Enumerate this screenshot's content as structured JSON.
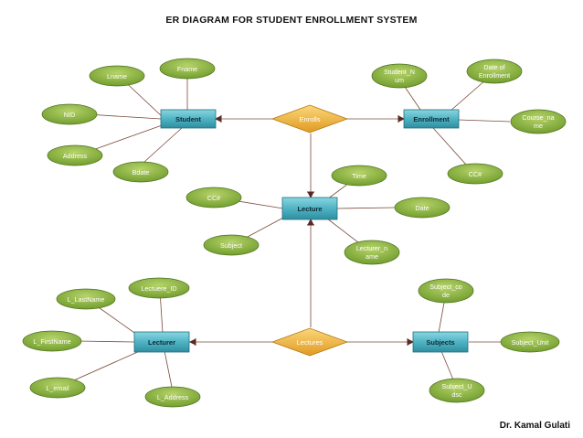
{
  "title": "ER DIAGRAM FOR STUDENT ENROLLMENT SYSTEM",
  "author": "Dr. Kamal Gulati",
  "colors": {
    "entity_fill": "#4fb3c4",
    "attribute_fill": "#8ab63f",
    "relationship_fill": "#f0b43c",
    "line": "#7a4a3a"
  },
  "entities": {
    "student": "Student",
    "enrollment": "Enrollment",
    "lecture": "Lecture",
    "lecturer": "Lecturer",
    "subjects": "Subjects"
  },
  "relationships": {
    "enrolls": "Enrolls",
    "lectures": "Lectures"
  },
  "attributes": {
    "student": {
      "lname": "Lname",
      "fname": "Fname",
      "nid": "NID",
      "address": "Address",
      "bdate": "Bdate"
    },
    "enrollment": {
      "student_num": [
        "Student_N",
        "um"
      ],
      "date_of_enrollment": [
        "Date of",
        "Enrollment"
      ],
      "course_name": [
        "Course_na",
        "me"
      ],
      "cc": "CC#"
    },
    "lecture": {
      "time": "Time",
      "cc": "CC#",
      "date": "Date",
      "subject": "Subject",
      "lecturer_name": [
        "Lecturer_n",
        "ame"
      ]
    },
    "lecturer": {
      "lecturer_id": "Lectuere_ID",
      "l_lastname": "L_LastName",
      "l_firstname": "L_FirstName",
      "l_email": "L_email",
      "l_address": "L_Address"
    },
    "subjects": {
      "subject_code": [
        "Subject_co",
        "de"
      ],
      "subject_unit": "Subject_Unit",
      "subject_desc": [
        "Subject_U",
        "dsc"
      ]
    }
  }
}
